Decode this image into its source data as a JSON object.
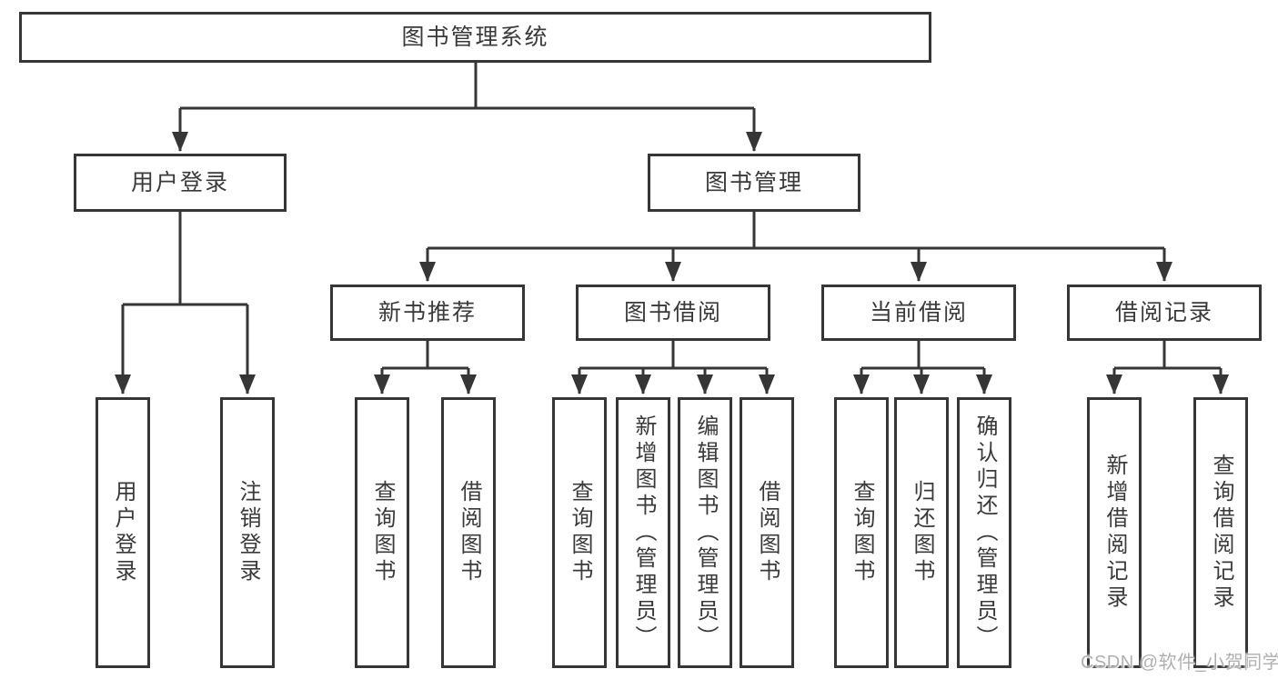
{
  "diagram": {
    "root": {
      "label": "图书管理系统"
    },
    "branches": [
      {
        "label": "用户登录",
        "children": [
          {
            "label": "用户登录"
          },
          {
            "label": "注销登录"
          }
        ]
      },
      {
        "label": "图书管理",
        "children": [
          {
            "label": "新书推荐",
            "children": [
              {
                "label": "查询图书"
              },
              {
                "label": "借阅图书"
              }
            ]
          },
          {
            "label": "图书借阅",
            "children": [
              {
                "label": "查询图书"
              },
              {
                "label": "新增图书（管理员）"
              },
              {
                "label": "编辑图书（管理员）"
              },
              {
                "label": "借阅图书"
              }
            ]
          },
          {
            "label": "当前借阅",
            "children": [
              {
                "label": "查询图书"
              },
              {
                "label": "归还图书"
              },
              {
                "label": "确认归还（管理员）"
              }
            ]
          },
          {
            "label": "借阅记录",
            "children": [
              {
                "label": "新增借阅记录"
              },
              {
                "label": "查询借阅记录"
              }
            ]
          }
        ]
      }
    ]
  },
  "watermark": {
    "text": "CSDN @软件_小贺同学"
  },
  "colors": {
    "line": "#363636",
    "text": "#3a3a3a",
    "watermark": "#b0b0b0",
    "background": "#ffffff"
  }
}
